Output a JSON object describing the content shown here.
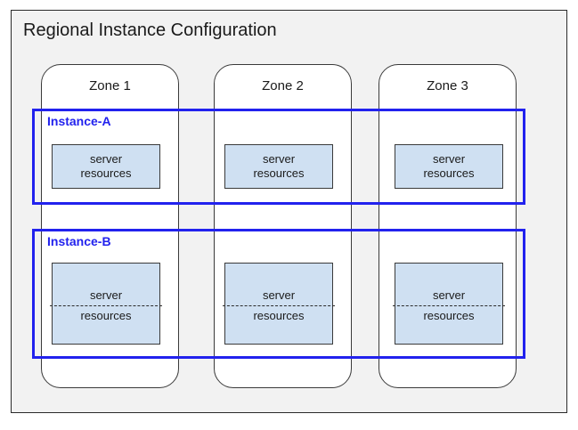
{
  "diagram": {
    "title": "Regional Instance Configuration",
    "background_color": "#f2f2f2",
    "frame_border_color": "#2b2b2b",
    "accent_color": "#2222ee",
    "resource_fill_color": "#cfe0f2"
  },
  "zones": [
    {
      "label": "Zone 1"
    },
    {
      "label": "Zone 2"
    },
    {
      "label": "Zone 3"
    }
  ],
  "instances": [
    {
      "label": "Instance-A",
      "split": false,
      "resources": [
        {
          "line1": "server",
          "line2": "resources"
        },
        {
          "line1": "server",
          "line2": "resources"
        },
        {
          "line1": "server",
          "line2": "resources"
        }
      ]
    },
    {
      "label": "Instance-B",
      "split": true,
      "resources": [
        {
          "line1": "server",
          "line2": "resources"
        },
        {
          "line1": "server",
          "line2": "resources"
        },
        {
          "line1": "server",
          "line2": "resources"
        }
      ]
    }
  ]
}
